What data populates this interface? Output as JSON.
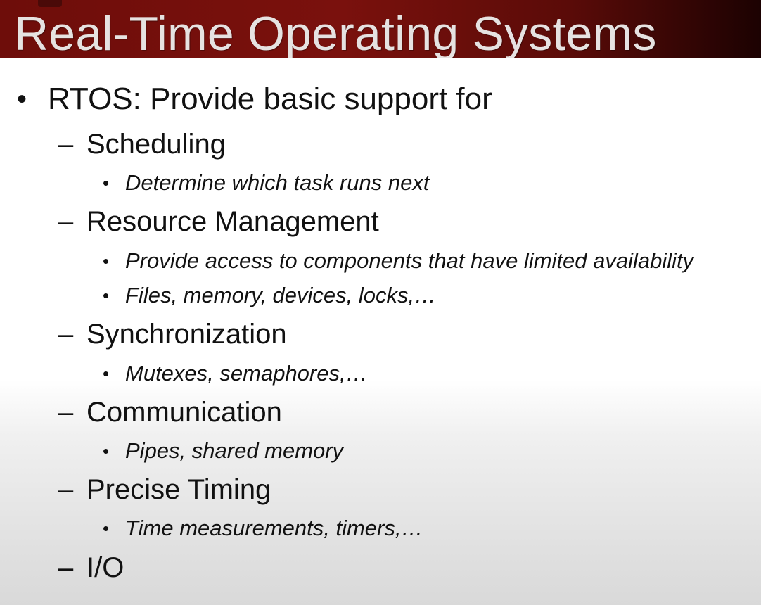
{
  "slide": {
    "title": "Real-Time Operating Systems",
    "bullets": {
      "main": "RTOS: Provide basic support for",
      "b1": "•",
      "dash": "–",
      "b3": "•",
      "items": [
        {
          "label": "Scheduling",
          "details": [
            "Determine which task runs next"
          ]
        },
        {
          "label": "Resource Management",
          "details": [
            "Provide access to components that have limited availability",
            "Files, memory, devices, locks,…"
          ]
        },
        {
          "label": "Synchronization",
          "details": [
            "Mutexes, semaphores,…"
          ]
        },
        {
          "label": "Communication",
          "details": [
            "Pipes, shared memory"
          ]
        },
        {
          "label": "Precise Timing",
          "details": [
            "Time measurements, timers,…"
          ]
        },
        {
          "label": "I/O",
          "details": []
        }
      ]
    }
  },
  "colors": {
    "title_bar": "#7a110d",
    "title_text": "#e6e2e1",
    "body_text": "#111111"
  }
}
